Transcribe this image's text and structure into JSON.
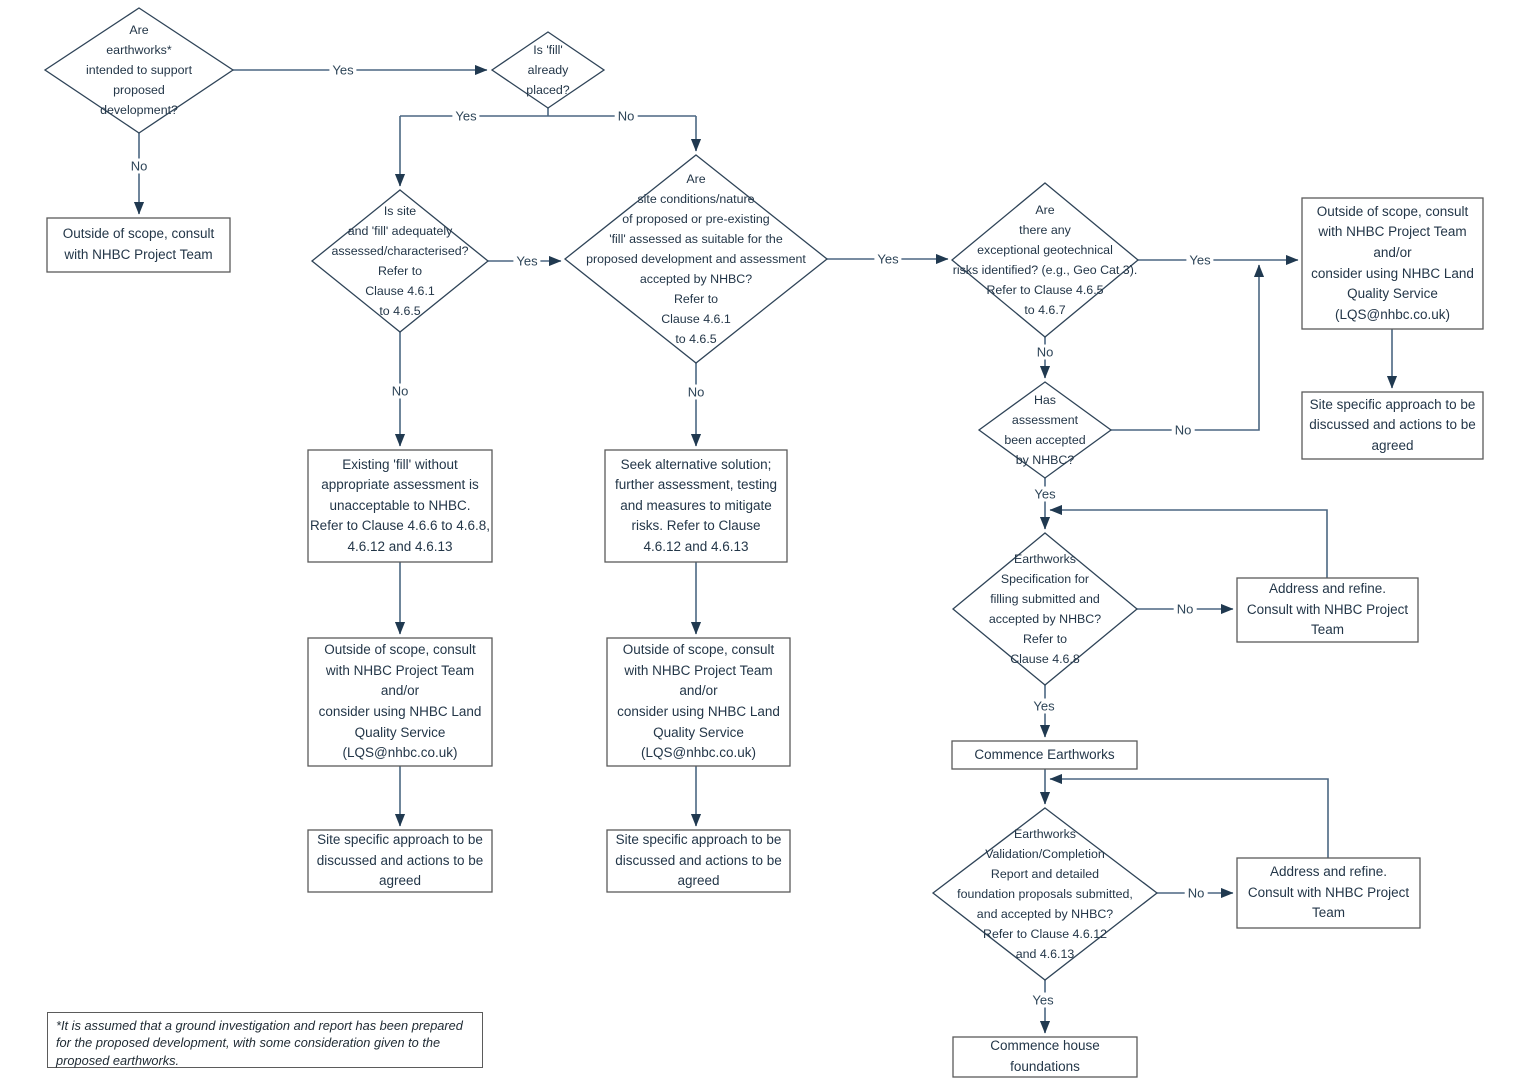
{
  "edge_labels": {
    "yes": "Yes",
    "no": "No"
  },
  "nodes": {
    "earthworks_intended": "Are\nearthworks*\nintended to support\nproposed\ndevelopment?",
    "fill_placed": "Is 'fill'\nalready\nplaced?",
    "outside_scope_topleft": "Outside of scope, consult\nwith NHBC Project Team",
    "site_fill_assessed": "Is site\nand 'fill' adequately\nassessed/characterised?\nRefer to\nClause 4.6.1\nto 4.6.5",
    "site_conditions": "Are\nsite conditions/nature\nof proposed or pre-existing\n'fill' assessed as suitable for the\nproposed development and assessment\naccepted by NHBC?\nRefer to\nClause 4.6.1\nto 4.6.5",
    "geotech_risks": "Are\nthere any\nexceptional geotechnical\nrisks identified? (e.g., Geo Cat 3).\nRefer to Clause 4.6.5\nto 4.6.7",
    "outside_scope_right": "Outside of scope, consult\nwith NHBC Project Team\nand/or\nconsider using NHBC Land\nQuality Service\n(LQS@nhbc.co.uk)",
    "site_specific_right": "Site specific approach to be\ndiscussed and actions to be\nagreed",
    "assessment_accepted": "Has\nassessment\nbeen accepted\nby NHBC?",
    "existing_fill_unacceptable": "Existing 'fill' without\nappropriate assessment is\nunacceptable to NHBC.\nRefer to Clause 4.6.6 to 4.6.8,\n4.6.12 and 4.6.13",
    "seek_alternative": "Seek alternative solution;\nfurther assessment, testing\nand measures to mitigate\nrisks. Refer to Clause\n4.6.12 and 4.6.13",
    "outside_scope_left": "Outside of scope, consult\nwith NHBC Project Team\nand/or\nconsider using NHBC Land\nQuality Service\n(LQS@nhbc.co.uk)",
    "outside_scope_mid": "Outside of scope, consult\nwith NHBC Project Team\nand/or\nconsider using NHBC Land\nQuality Service\n(LQS@nhbc.co.uk)",
    "site_specific_left": "Site specific approach to be\ndiscussed and actions to be\nagreed",
    "site_specific_mid": "Site specific approach to be\ndiscussed and actions to be\nagreed",
    "earthworks_spec": "Earthworks\nSpecification for\nfilling submitted and\naccepted by NHBC?\nRefer to\nClause 4.6.8",
    "address_refine_1": "Address and refine.\nConsult with NHBC Project\nTeam",
    "commence_earthworks": "Commence Earthworks",
    "earthworks_validation": "Earthworks\nValidation/Completion\nReport and detailed\nfoundation proposals submitted,\nand accepted by NHBC?\nRefer to Clause 4.6.12\nand 4.6.13",
    "address_refine_2": "Address and refine.\nConsult with NHBC Project\nTeam",
    "commence_foundations": "Commence house\nfoundations"
  },
  "footnote": "*It is assumed that a ground investigation and report has been prepared\nfor the proposed development, with some consideration given to the\nproposed earthworks.",
  "colors": {
    "connector": "#4b6782",
    "arrowhead": "#203950",
    "diamond_border": "#2f4458",
    "box_border": "#5b5b5b",
    "text": "#233648"
  }
}
